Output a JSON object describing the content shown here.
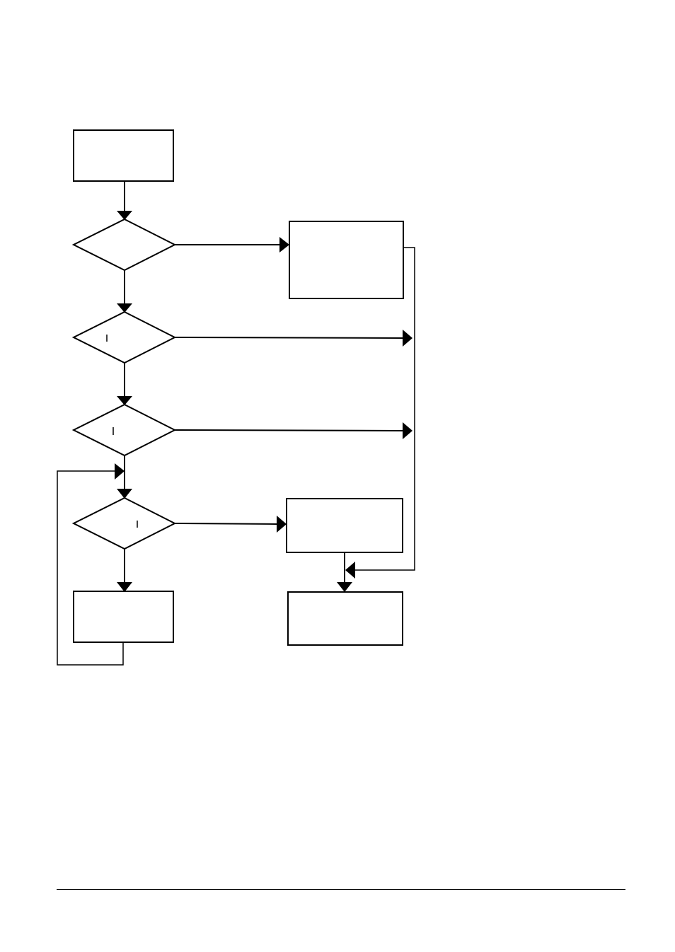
{
  "diagram": {
    "type": "flowchart",
    "nodes": [
      {
        "id": "start-box",
        "shape": "rectangle",
        "label": ""
      },
      {
        "id": "decision-1",
        "shape": "diamond",
        "label": ""
      },
      {
        "id": "decision-2",
        "shape": "diamond",
        "label": ""
      },
      {
        "id": "decision-3",
        "shape": "diamond",
        "label": ""
      },
      {
        "id": "decision-4",
        "shape": "diamond",
        "label": ""
      },
      {
        "id": "side-process-box",
        "shape": "rectangle",
        "label": ""
      },
      {
        "id": "middle-process-box",
        "shape": "rectangle",
        "label": ""
      },
      {
        "id": "loop-process-box",
        "shape": "rectangle",
        "label": ""
      },
      {
        "id": "end-box",
        "shape": "rectangle",
        "label": ""
      }
    ],
    "edges": [
      {
        "from": "start-box",
        "to": "decision-1"
      },
      {
        "from": "decision-1",
        "to": "side-process-box"
      },
      {
        "from": "decision-1",
        "to": "decision-2"
      },
      {
        "from": "decision-2",
        "to": "collector-line"
      },
      {
        "from": "decision-2",
        "to": "decision-3"
      },
      {
        "from": "decision-3",
        "to": "collector-line"
      },
      {
        "from": "decision-3",
        "to": "decision-4"
      },
      {
        "from": "decision-4",
        "to": "middle-process-box"
      },
      {
        "from": "decision-4",
        "to": "loop-process-box"
      },
      {
        "from": "loop-process-box",
        "to": "decision-4"
      },
      {
        "from": "side-process-box",
        "to": "end-box"
      },
      {
        "from": "middle-process-box",
        "to": "end-box"
      }
    ]
  }
}
